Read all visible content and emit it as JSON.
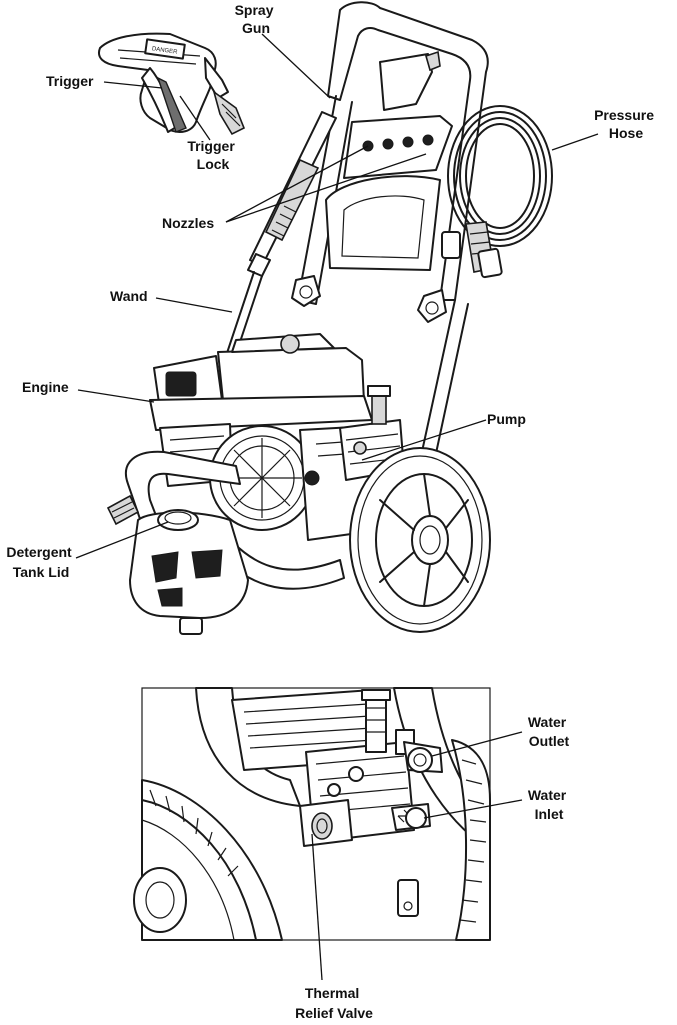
{
  "labels": {
    "spray_gun": [
      "Spray",
      "Gun"
    ],
    "trigger": "Trigger",
    "trigger_lock": [
      "Trigger",
      "Lock"
    ],
    "pressure_hose": [
      "Pressure",
      "Hose"
    ],
    "nozzles": "Nozzles",
    "wand": "Wand",
    "engine": "Engine",
    "pump": "Pump",
    "detergent_tank_lid": [
      "Detergent",
      "Tank Lid"
    ],
    "water_outlet": [
      "Water",
      "Outlet"
    ],
    "water_inlet": [
      "Water",
      "Inlet"
    ],
    "thermal_relief_valve": [
      "Thermal",
      "Relief Valve"
    ]
  },
  "gun_warning_text": "DANGER"
}
